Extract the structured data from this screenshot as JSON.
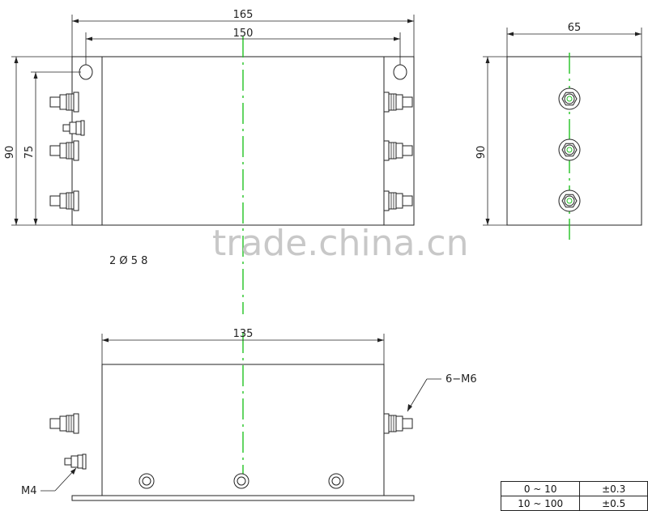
{
  "dimensions": {
    "overall_width": "165",
    "hole_spacing": "150",
    "side_width": "65",
    "overall_height": "90",
    "inner_height": "75",
    "side_height": "90",
    "body_length": "135"
  },
  "callouts": {
    "terminal_thread": "6−M6",
    "ground_thread": "M4"
  },
  "note_text": "2  Ø 5 8",
  "watermark": "trade.china.cn",
  "tolerance_table": {
    "rows": [
      {
        "range": "0 ~ 10",
        "tolerance": "±0.3"
      },
      {
        "range": "10 ~ 100",
        "tolerance": "±0.5"
      }
    ]
  },
  "colors": {
    "centerline": "#22c322",
    "outline": "#222222",
    "watermark": "#c8c8c8"
  }
}
